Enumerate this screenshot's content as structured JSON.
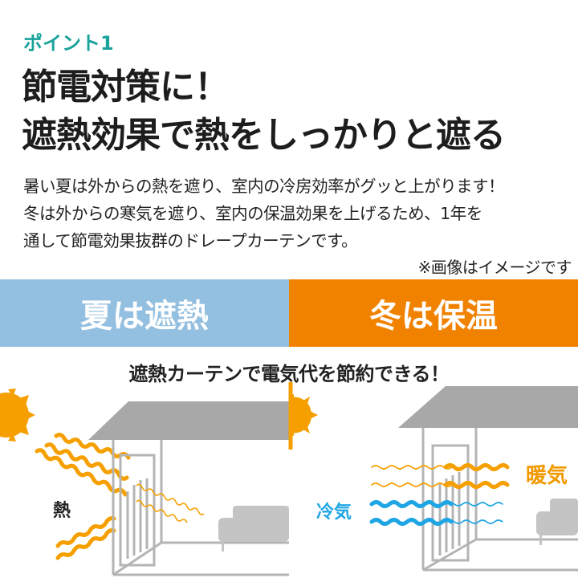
{
  "header": {
    "point_label": "ポイント1",
    "title_line1": "節電対策に！",
    "title_line2": "遮熱効果で熱をしっかりと遮る"
  },
  "description": {
    "lines": [
      "暑い夏は外からの熱を遮り、室内の冷房効率がグッと上がります！",
      "冬は外からの寒気を遮り、室内の保温効果を上げるため、1年を",
      "通して節電効果抜群のドレープカーテンです。"
    ],
    "note": "※画像はイメージです"
  },
  "bands": {
    "summer": {
      "label": "夏は遮熱",
      "color": "#93bfe0"
    },
    "winter": {
      "label": "冬は保温",
      "color": "#f08200"
    }
  },
  "illustration": {
    "subheading": "遮熱カーテンで電気代を節約できる！",
    "summer_heat_label": "熱",
    "winter_warm_label": "暖気",
    "winter_cold_label": "冷気",
    "colors": {
      "sun": "#f5a000",
      "heat": "#f5a000",
      "cold": "#1ea6e4",
      "house": "#b4b4b4",
      "accent": "#1aa39a"
    },
    "icons": [
      "sun-icon",
      "house-icon",
      "curtain-icon",
      "sofa-icon",
      "heat-wave-icon",
      "cold-wave-icon"
    ]
  }
}
